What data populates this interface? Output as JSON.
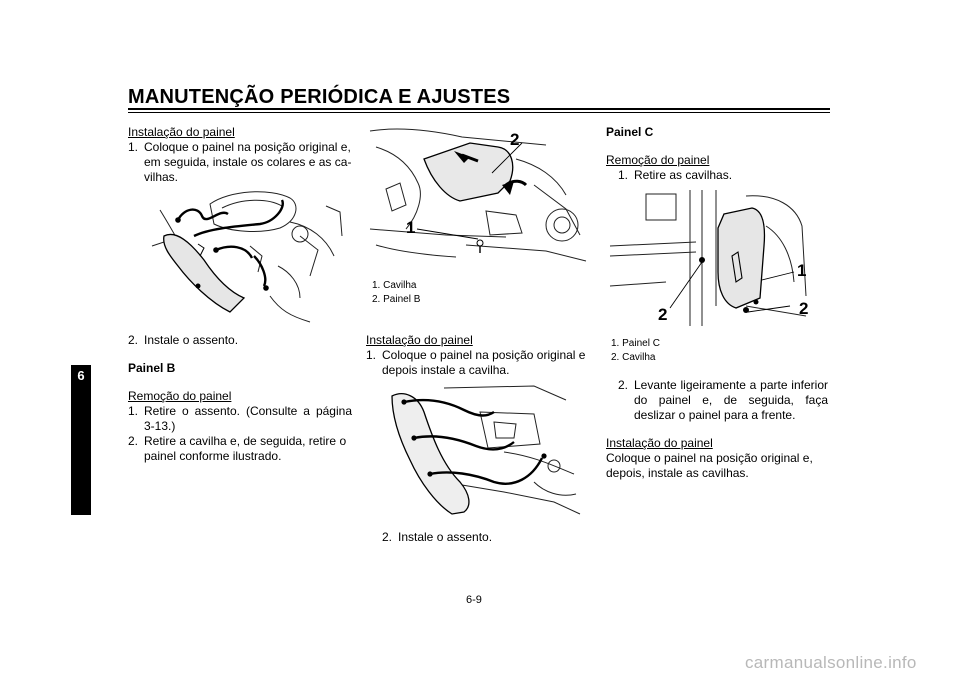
{
  "header": {
    "title": "MANUTENÇÃO PERIÓDICA E AJUSTES"
  },
  "chapter_tab": "6",
  "col1": {
    "install_heading": "Instalação do painel",
    "install_step1_num": "1.",
    "install_step1_text": "Coloque o painel na posição original e, em seguida, instale os colares e as ca­vilhas.",
    "install_step2_num": "2.",
    "install_step2_text": "Instale o assento.",
    "panel_b_heading": "Painel B",
    "removal_heading": "Remoção do painel",
    "removal_step1_num": "1.",
    "removal_step1_text": "Retire o assento. (Consulte a página 3-13.)",
    "removal_step2_num": "2.",
    "removal_step2_text": "Retire a cavilha e, de seguida, retire o painel conforme ilustrado."
  },
  "col2": {
    "fig_callout_1": "1",
    "fig_callout_2": "2",
    "caption_1": "1. Cavilha",
    "caption_2": "2. Painel B",
    "install_heading": "Instalação do painel",
    "install_step1_num": "1.",
    "install_step1_text": "Coloque o painel na posição original e depois instale a cavilha.",
    "install_step2_num": "2.",
    "install_step2_text": "Instale o assento."
  },
  "col3": {
    "panel_c_heading": "Painel C",
    "removal_heading": "Remoção do painel",
    "removal_step1_num": "1.",
    "removal_step1_text": "Retire as cavilhas.",
    "fig_callout_1": "1",
    "fig_callout_2a": "2",
    "fig_callout_2b": "2",
    "caption_1": "1. Painel C",
    "caption_2": "2. Cavilha",
    "removal_step2_num": "2.",
    "removal_step2_text": "Levante ligeiramente a parte inferior do painel e, de seguida, faça deslizar o painel para a frente.",
    "install_heading": "Instalação do painel",
    "install_text": "Coloque o painel na posição original e, de­pois, instale as cavilhas."
  },
  "footer": {
    "page_number": "6-9"
  },
  "watermark": "carmanualsonline.info"
}
